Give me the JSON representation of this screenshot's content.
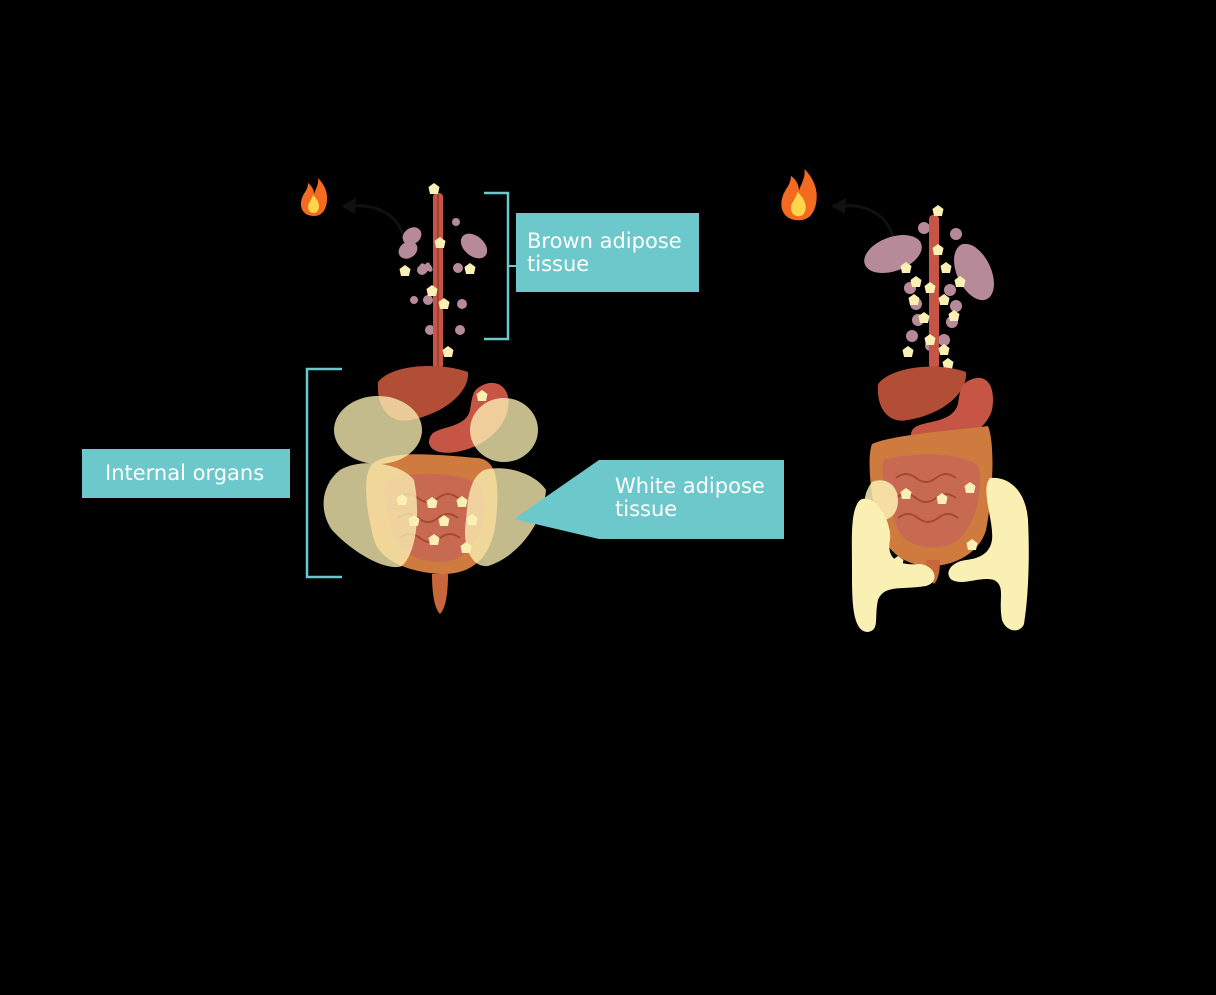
{
  "labels": {
    "brown_adipose": {
      "line1": "Brown adipose",
      "line2": "tissue"
    },
    "internal_organs": "Internal organs",
    "white_adipose": {
      "line1": "White adipose",
      "line2": "tissue"
    }
  },
  "colors": {
    "background": "#000000",
    "callout": "#6cc8cb",
    "callout_text": "#ffffff",
    "bracket": "#6cc8cb",
    "white_fat": "#fbf0b4",
    "brown_fat": "#b78a9a",
    "organ": "#c86a52",
    "organ_dark": "#a34a33",
    "intestine": "#d2733d",
    "flame_outer": "#f26b21",
    "flame_inner": "#ffd54a"
  },
  "icons": [
    "flame-icon",
    "curved-arrow-icon"
  ]
}
